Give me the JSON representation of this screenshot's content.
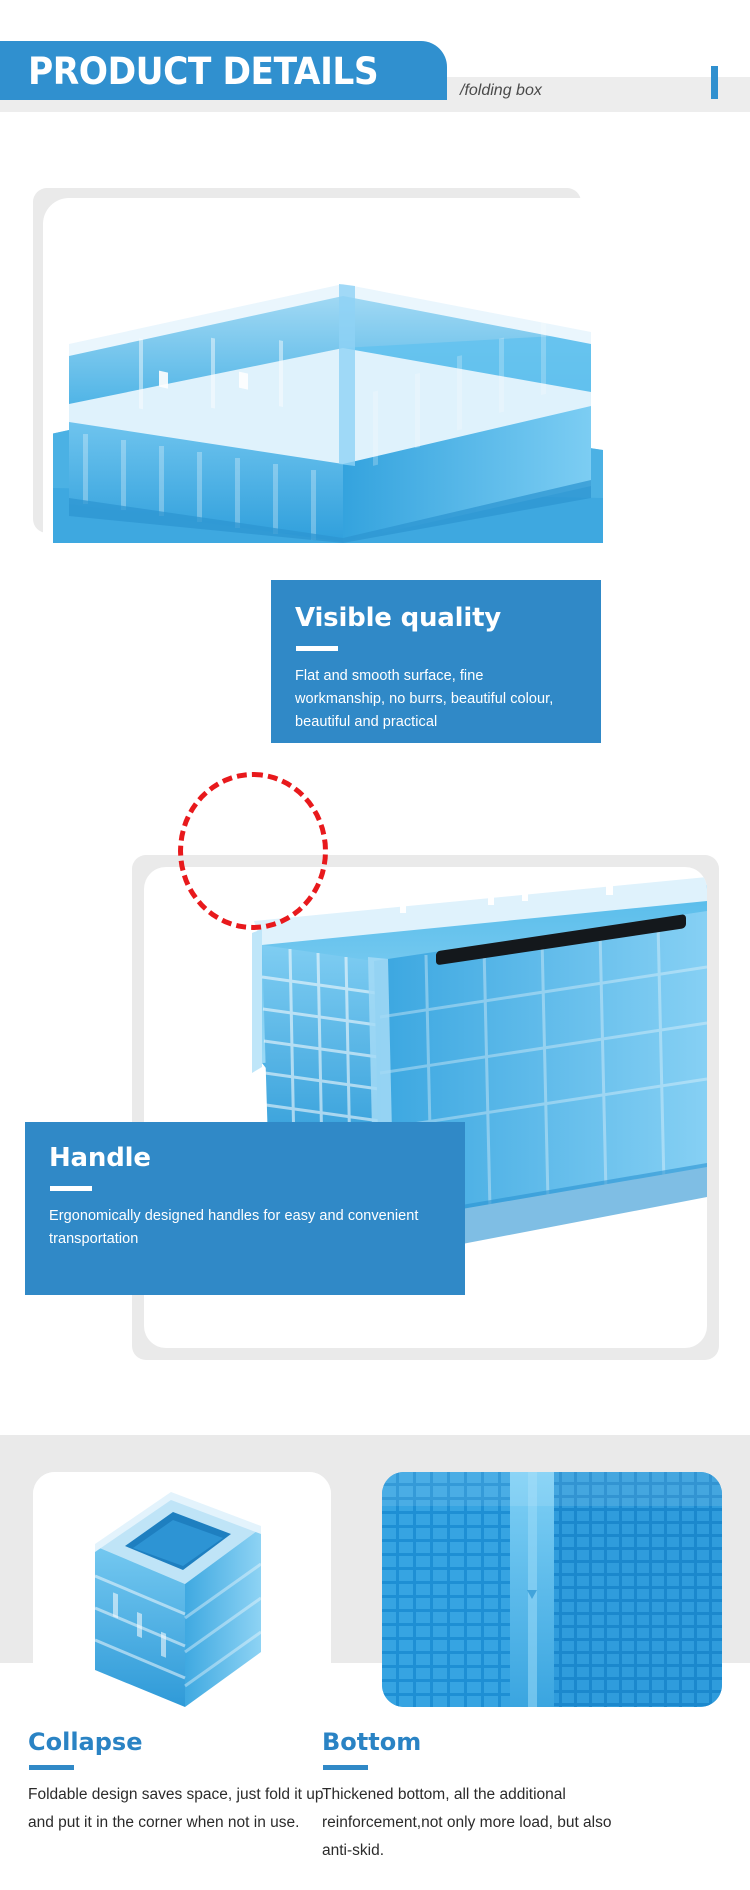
{
  "header": {
    "title": "PRODUCT DETAILS",
    "subtitle": "/folding box",
    "tick_icon": "vertical-bar-icon",
    "accent_color": "#3090cf",
    "band_color": "#ededed"
  },
  "sections": [
    {
      "id": "visible-quality",
      "image_alt": "blue folding crate open, three-quarter view",
      "callout": {
        "title": "Visible quality",
        "text": "Flat and smooth surface, fine workmanship, no burrs, beautiful colour, beautiful and practical",
        "bg_color": "#3089c7"
      }
    },
    {
      "id": "handle",
      "image_alt": "close-up of folding crate corner handle with red dashed highlight circle",
      "annotation_icon": "dashed-circle-highlight-icon",
      "annotation_color": "#e8191c",
      "callout": {
        "title": "Handle",
        "text": "Ergonomically designed handles for easy and convenient transportation",
        "bg_color": "#3089c7"
      }
    }
  ],
  "features": [
    {
      "id": "collapse",
      "title": "Collapse",
      "text": "Foldable design saves space, just fold it up and put it in the corner when not in use.",
      "image_alt": "folded collapsed blue crate",
      "title_color": "#2a83c4"
    },
    {
      "id": "bottom",
      "title": "Bottom",
      "text": "Thickened bottom, all the additional reinforcement,not only more load, but also anti-skid.",
      "image_alt": "close-up of ribbed reinforced crate bottom",
      "title_color": "#2a83c4"
    }
  ]
}
